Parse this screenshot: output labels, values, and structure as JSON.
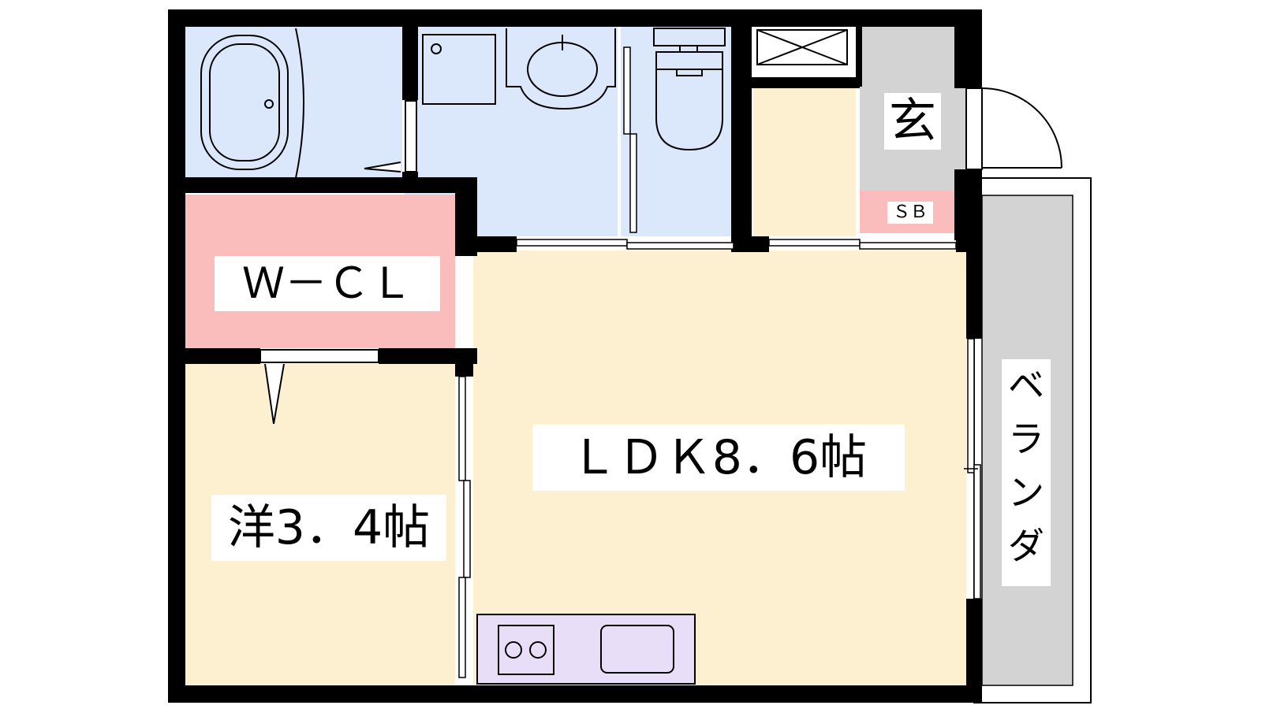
{
  "rooms": {
    "ldk": "ＬＤＫ8．6帖",
    "western": "洋3．4帖",
    "walk_in_closet": "Ｗ－ＣＬ",
    "entrance": "玄",
    "shoe_box": "ＳＢ",
    "veranda": [
      "ベ",
      "ラ",
      "ン",
      "ダ"
    ]
  },
  "colors": {
    "wall": "#000000",
    "wet_area": "#dbe8fb",
    "living": "#fdf0d0",
    "closet": "#fbbcbc",
    "entrance_floor": "#d3d3d3",
    "veranda_floor": "#d3d3d3",
    "kitchen": "#e8def8"
  }
}
